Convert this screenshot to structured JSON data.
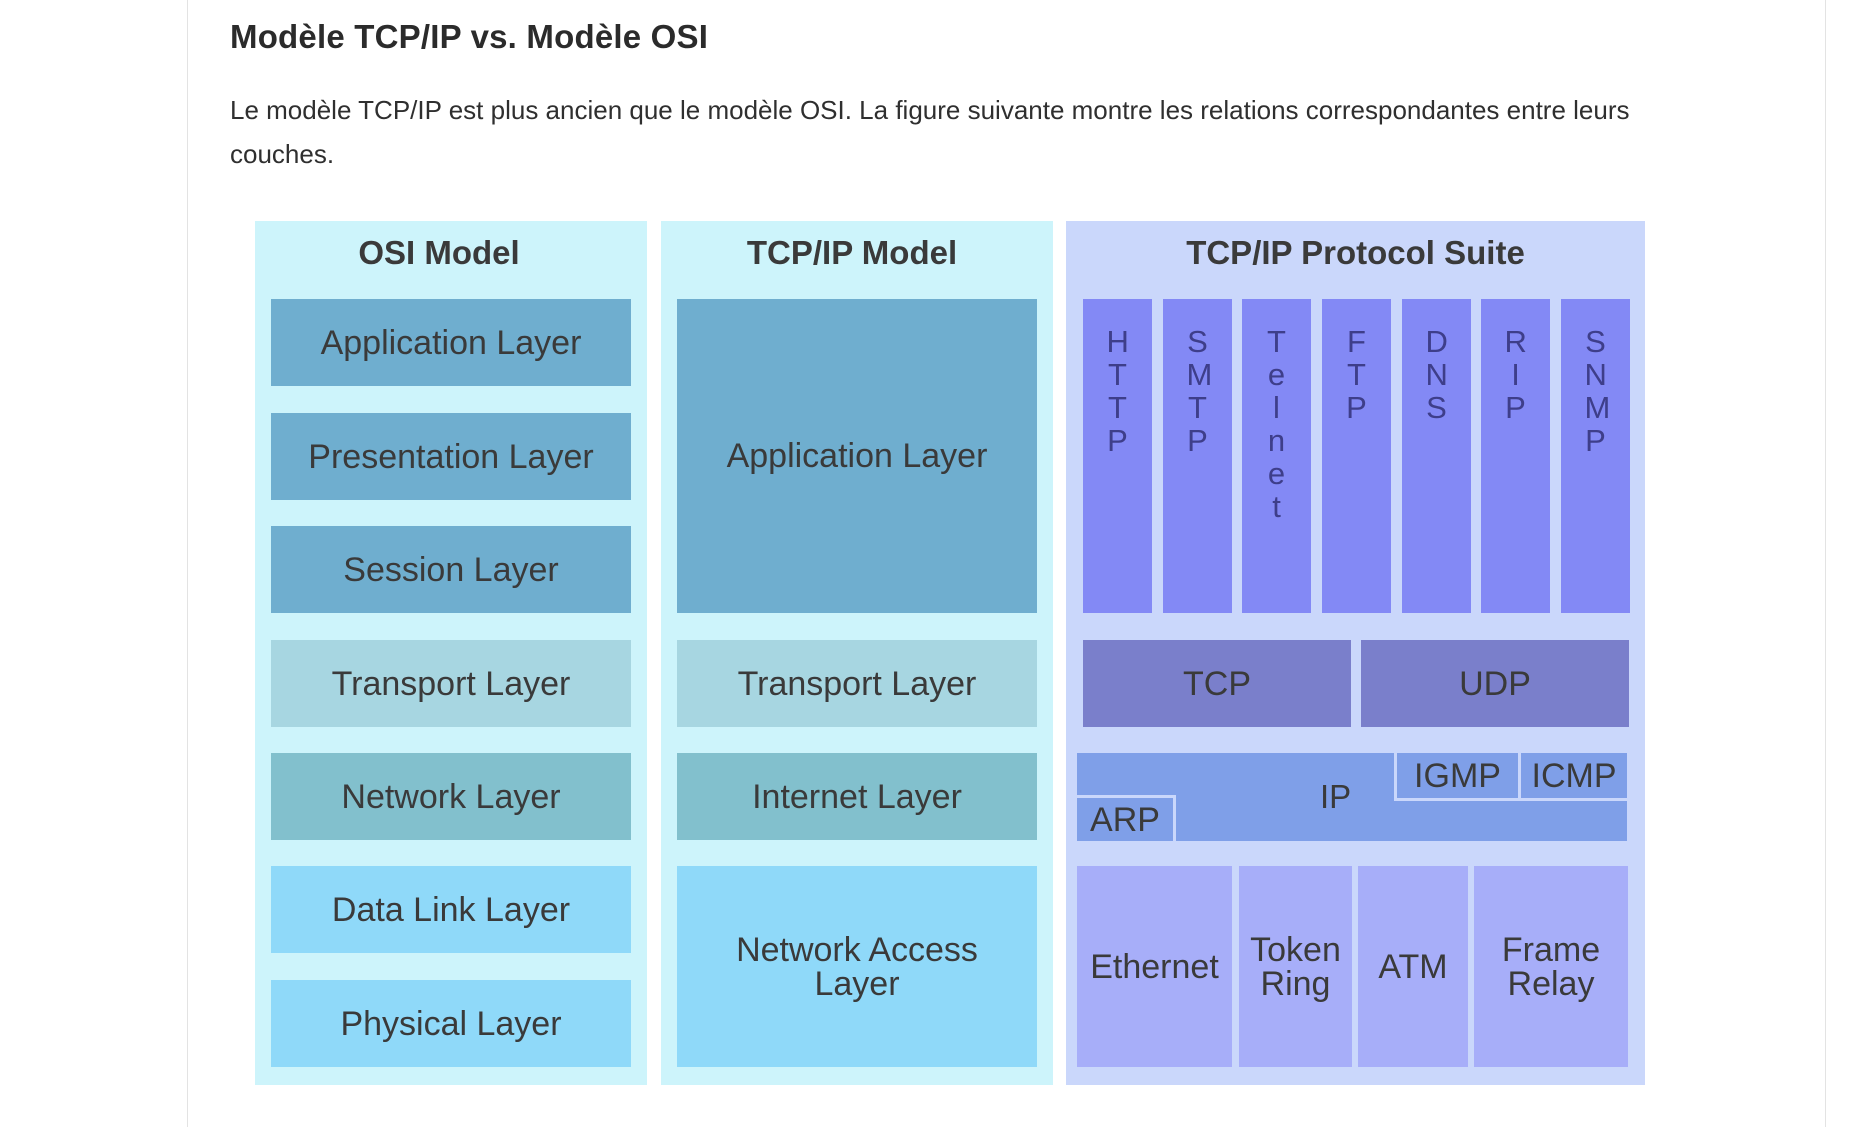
{
  "article": {
    "title": "Modèle TCP/IP vs. Modèle OSI",
    "paragraph": "Le modèle TCP/IP est plus ancien que le modèle OSI. La figure suivante montre les relations correspondantes entre leurs couches."
  },
  "diagram": {
    "osi": {
      "title": "OSI Model",
      "layers": [
        "Application Layer",
        "Presentation Layer",
        "Session Layer",
        "Transport Layer",
        "Network Layer",
        "Data Link Layer",
        "Physical Layer"
      ]
    },
    "tcpip": {
      "title": "TCP/IP Model",
      "layers": [
        "Application Layer",
        "Transport Layer",
        "Internet Layer",
        "Network Access Layer"
      ]
    },
    "suite": {
      "title": "TCP/IP Protocol Suite",
      "application_protocols": [
        "HTTP",
        "SMTP",
        "Telnet",
        "FTP",
        "DNS",
        "RIP",
        "SNMP"
      ],
      "transport_protocols": [
        "TCP",
        "UDP"
      ],
      "internet": {
        "ip": "IP",
        "arp": "ARP",
        "igmp": "IGMP",
        "icmp": "ICMP"
      },
      "network_access": [
        "Ethernet",
        "Token Ring",
        "ATM",
        "Frame Relay"
      ]
    },
    "colors": {
      "osi_panel": "#cdf4fb",
      "tcpip_panel": "#cdf4fb",
      "suite_panel": "#cad7fb",
      "upper_layers": "#6faecf",
      "transport_layer": "#a7d6e1",
      "network_layer": "#82c0cd",
      "lower_layers": "#8fd9f9",
      "app_protocols": "#8389f5",
      "transport_protocols": "#7a7fcb",
      "internet_band": "#7f9fe8",
      "network_access_protocols": "#a7aef9"
    }
  }
}
